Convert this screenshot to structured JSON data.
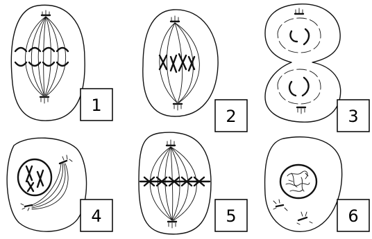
{
  "figure": {
    "panels": [
      {
        "id": "cell-1",
        "label": "1"
      },
      {
        "id": "cell-2",
        "label": "2"
      },
      {
        "id": "cell-3",
        "label": "3"
      },
      {
        "id": "cell-4",
        "label": "4"
      },
      {
        "id": "cell-5",
        "label": "5"
      },
      {
        "id": "cell-6",
        "label": "6"
      }
    ]
  }
}
